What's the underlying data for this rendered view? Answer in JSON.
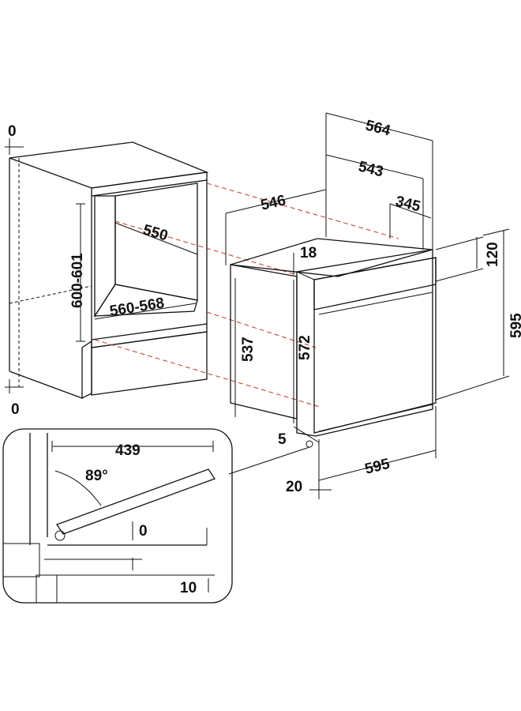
{
  "colors": {
    "line": "#111111",
    "alignment_dash": "#c0392b",
    "niche_gray": "#b3b3b3",
    "wall_gray": "#d9d9d9",
    "background": "#ffffff"
  },
  "dimensions": {
    "cabinet_top_zero": "0",
    "cabinet_bottom_zero": "0",
    "niche_height": "600-601",
    "niche_depth": "550",
    "niche_width": "560-568",
    "oven_depth_total": "564",
    "oven_depth_body": "543",
    "oven_depth_front": "546",
    "oven_recess": "345",
    "oven_top_flange": "18",
    "control_panel_height": "120",
    "oven_height_total": "595",
    "body_height_side": "537",
    "body_height": "572",
    "bottom_gap": "5",
    "oven_width": "595",
    "front_panel_depth": "20"
  },
  "detail": {
    "door_reach": "439",
    "door_angle": "89°",
    "door_clearance": "0",
    "floor_offset": "10"
  }
}
